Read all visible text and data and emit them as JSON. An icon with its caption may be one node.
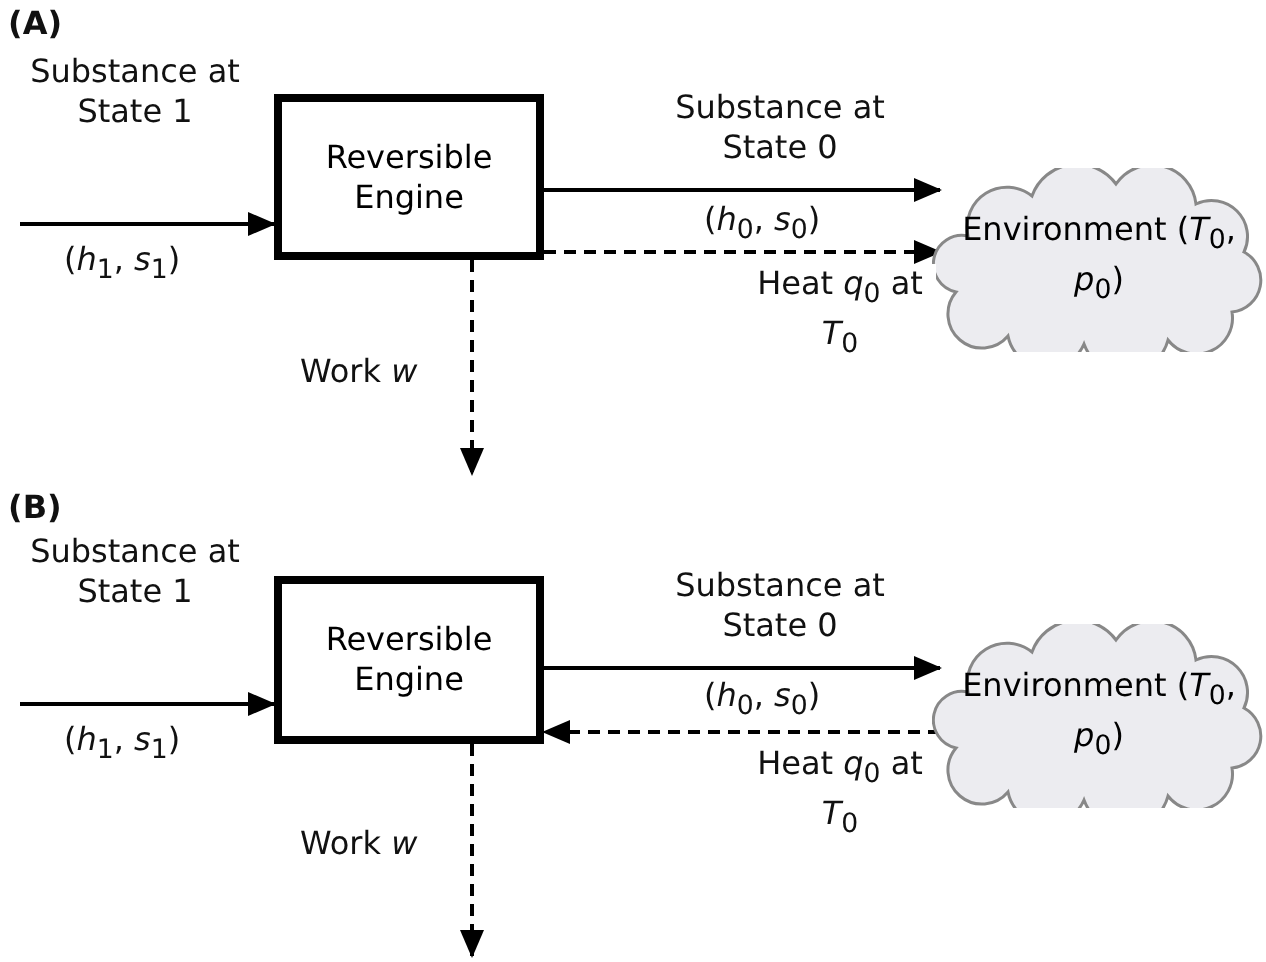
{
  "diagram": {
    "nodes": [
      {
        "text": [
          "Reversible Engine"
        ]
      },
      {
        "text": [
          "Environment (*T*$_{0}$, *p*$_{0}$)"
        ]
      },
      {
        "text": [
          "Reversible Engine"
        ]
      },
      {
        "text": [
          "Environment (*T*$_{0}$, *p*$_{0}$)"
        ]
      }
    ],
    "edges": [
      {
        "from": null,
        "to": 0,
        "arrow": "to",
        "label": "Substance at State 1"
      },
      {
        "from": 0,
        "to": 1,
        "arrow": "to",
        "label": "Substance at State 0"
      },
      {
        "from": 0,
        "to": 1,
        "arrow": "to",
        "style": "dashed",
        "label": "Heat *q*$_{0}$ at *T*$_{0}$"
      },
      {
        "from": 0,
        "to": null,
        "arrow": "to",
        "style": "dashed",
        "label": "Work *w*"
      },
      {
        "from": null,
        "to": 2,
        "arrow": "to",
        "label": "Substance at State 1"
      },
      {
        "from": 2,
        "to": 3,
        "arrow": "to",
        "label": "Substance at State 0"
      },
      {
        "from": 3,
        "to": 2,
        "arrow": "to",
        "style": "dashed",
        "label": "Heat *q*$_{0}$ at *T*$_{0}$"
      },
      {
        "from": 2,
        "to": null,
        "arrow": "to",
        "style": "dashed",
        "label": "Work *w*"
      }
    ],
    "labels": [
      "(A)",
      "(*h*$_{1}$, *s*$_{1}$)",
      "(*h*$_{0}$, *s*$_{0}$)",
      "(B)",
      "(*h*$_{1}$, *s*$_{1}$)",
      "(*h*$_{0}$, *s*$_{0}$)"
    ]
  }
}
